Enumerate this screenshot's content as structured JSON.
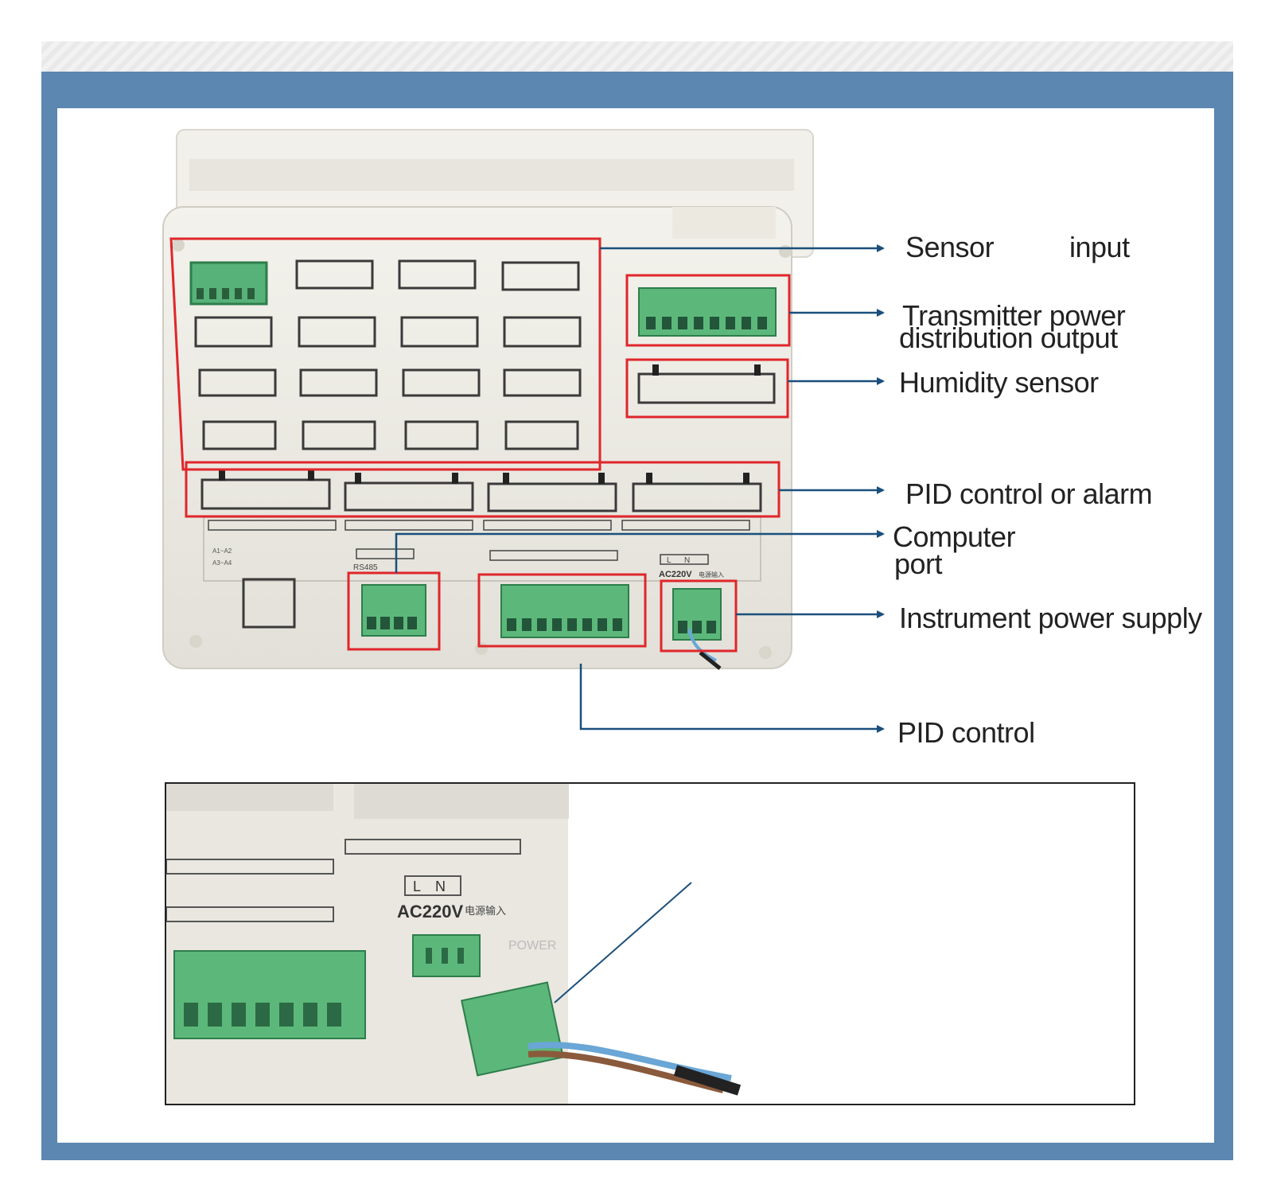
{
  "labels": {
    "sensor_input_a": "Sensor",
    "sensor_input_b": "input",
    "transmitter_line1": "Transmitter power",
    "transmitter_line2": "distribution output",
    "humidity_sensor": "Humidity sensor",
    "pid_alarm": "PID control or alarm",
    "computer_line1": "Computer",
    "computer_line2": "port",
    "instrument_power": "Instrument power supply",
    "pid_control": "PID control"
  },
  "device_text": {
    "rs485": "RS485",
    "ac220v": "AC220V",
    "ac220v_cn": "电源输入",
    "l": "L",
    "n": "N",
    "a1a2": "A1~A2",
    "a3a4": "A3~A4"
  },
  "inset_text": {
    "l": "L",
    "n": "N",
    "ac220v": "AC220V",
    "ac220v_cn": "电源输入",
    "power": "POWER"
  },
  "colors": {
    "frame": "#5b87b0",
    "highlight_box": "#e0262b",
    "arrow": "#1a4f7c",
    "terminal_green": "#5cb87a",
    "device_body": "#ecebe4"
  }
}
